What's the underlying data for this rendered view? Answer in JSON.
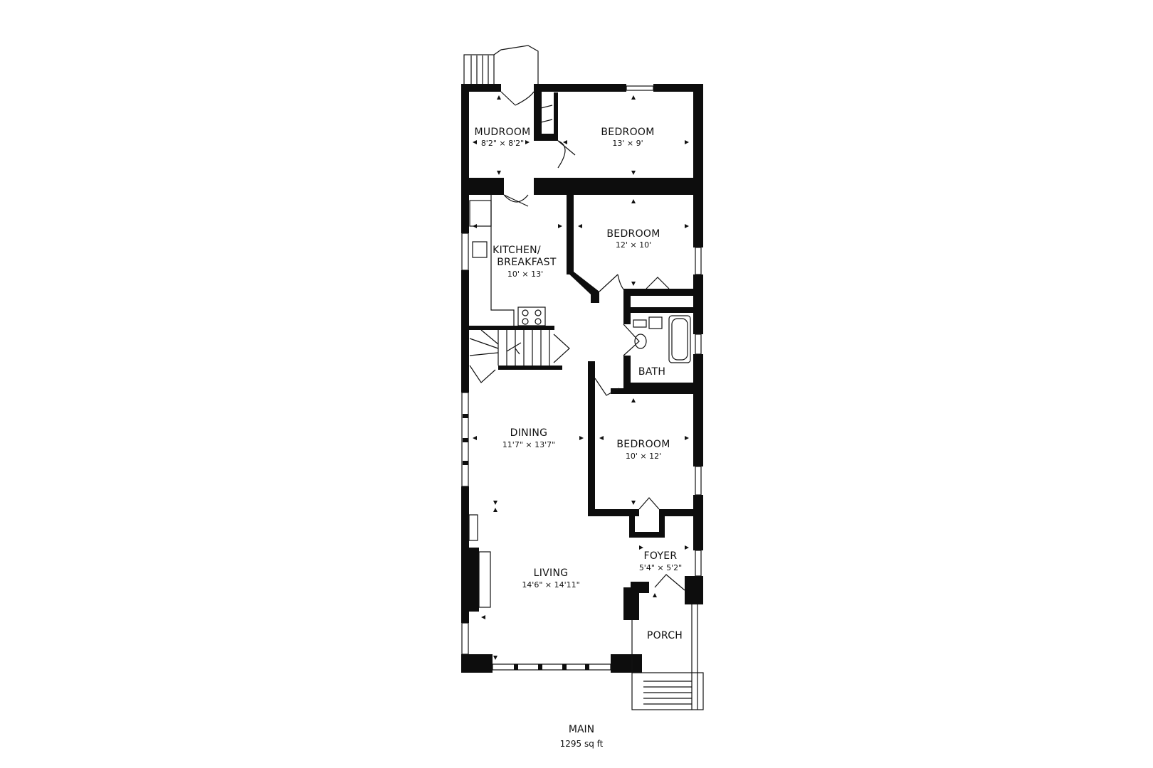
{
  "floor": {
    "name": "MAIN",
    "area": "1295 sq ft"
  },
  "rooms": {
    "mudroom": {
      "name": "MUDROOM",
      "dims": "8'2\" × 8'2\""
    },
    "bedroom_top": {
      "name": "BEDROOM",
      "dims": "13' × 9'"
    },
    "kitchen": {
      "name_line1": "KITCHEN/",
      "name_line2": "BREAKFAST",
      "dims": "10' × 13'"
    },
    "bedroom_mid": {
      "name": "BEDROOM",
      "dims": "12' × 10'"
    },
    "bath": {
      "name": "BATH"
    },
    "dining": {
      "name": "DINING",
      "dims": "11'7\" × 13'7\""
    },
    "bedroom_low": {
      "name": "BEDROOM",
      "dims": "10' × 12'"
    },
    "foyer": {
      "name": "FOYER",
      "dims": "5'4\" × 5'2\""
    },
    "living": {
      "name": "LIVING",
      "dims": "14'6\" × 14'11\""
    },
    "porch": {
      "name": "PORCH"
    }
  },
  "colors": {
    "wall": "#0d0d0d",
    "background": "#ffffff"
  }
}
